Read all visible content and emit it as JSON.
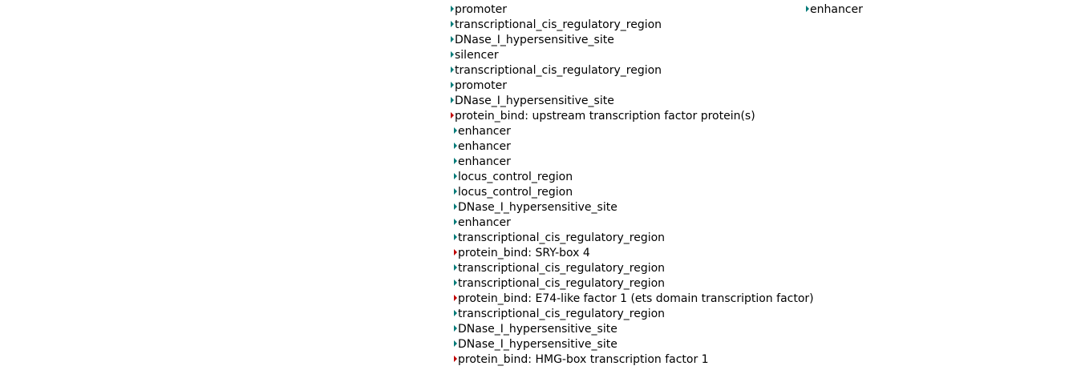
{
  "colors": {
    "regulatory": "#007a78",
    "protein_bind": "#c00000"
  },
  "column1": [
    {
      "label": "promoter",
      "type": "regulatory"
    },
    {
      "label": "transcriptional_cis_regulatory_region",
      "type": "regulatory"
    },
    {
      "label": "DNase_I_hypersensitive_site",
      "type": "regulatory"
    },
    {
      "label": "silencer",
      "type": "regulatory"
    },
    {
      "label": "transcriptional_cis_regulatory_region",
      "type": "regulatory"
    },
    {
      "label": "promoter",
      "type": "regulatory"
    },
    {
      "label": "DNase_I_hypersensitive_site",
      "type": "regulatory"
    },
    {
      "label": "protein_bind: upstream transcription factor protein(s)",
      "type": "protein_bind"
    }
  ],
  "column2": [
    {
      "label": "enhancer",
      "type": "regulatory"
    },
    {
      "label": "enhancer",
      "type": "regulatory"
    },
    {
      "label": "enhancer",
      "type": "regulatory"
    },
    {
      "label": "locus_control_region",
      "type": "regulatory"
    },
    {
      "label": "locus_control_region",
      "type": "regulatory"
    },
    {
      "label": "DNase_I_hypersensitive_site",
      "type": "regulatory"
    },
    {
      "label": "enhancer",
      "type": "regulatory"
    },
    {
      "label": "transcriptional_cis_regulatory_region",
      "type": "regulatory"
    },
    {
      "label": "protein_bind: SRY-box 4",
      "type": "protein_bind"
    },
    {
      "label": "transcriptional_cis_regulatory_region",
      "type": "regulatory"
    },
    {
      "label": "transcriptional_cis_regulatory_region",
      "type": "regulatory"
    },
    {
      "label": "protein_bind: E74-like factor 1 (ets domain transcription factor)",
      "type": "protein_bind"
    },
    {
      "label": "transcriptional_cis_regulatory_region",
      "type": "regulatory"
    },
    {
      "label": "DNase_I_hypersensitive_site",
      "type": "regulatory"
    },
    {
      "label": "DNase_I_hypersensitive_site",
      "type": "regulatory"
    },
    {
      "label": "protein_bind: HMG-box transcription factor 1",
      "type": "protein_bind"
    }
  ],
  "column3": [
    {
      "label": "enhancer",
      "type": "regulatory"
    }
  ]
}
